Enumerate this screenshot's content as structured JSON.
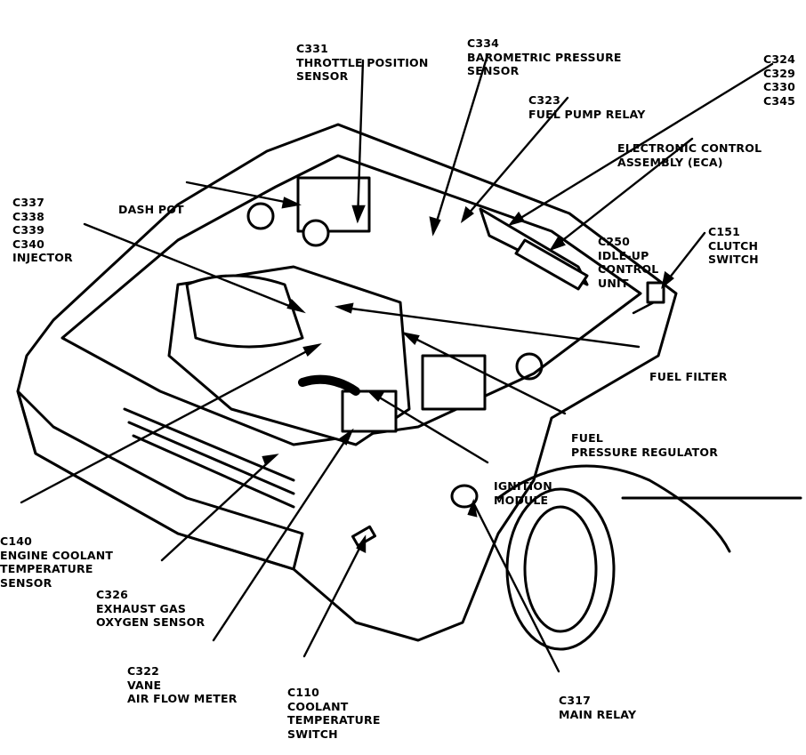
{
  "labels": {
    "c331": [
      "C331",
      "THROTTLE POSITION",
      "SENSOR"
    ],
    "c334": [
      "C334",
      "BAROMETRIC PRESSURE",
      "SENSOR"
    ],
    "c324": [
      "C324",
      "C329",
      "C330",
      "C345"
    ],
    "c323": [
      "C323",
      "FUEL PUMP RELAY"
    ],
    "eca": [
      "ELECTRONIC CONTROL",
      "ASSEMBLY (ECA)"
    ],
    "injector": [
      "C337",
      "C338",
      "C339",
      "C340",
      "INJECTOR"
    ],
    "dashpot": [
      "DASH POT"
    ],
    "c151": [
      "C151",
      "CLUTCH",
      "SWITCH"
    ],
    "c250": [
      "C250",
      "IDLE-UP",
      "CONTROL",
      "UNIT"
    ],
    "fuelfilter": [
      "FUEL FILTER"
    ],
    "fpr": [
      "FUEL",
      "PRESSURE REGULATOR"
    ],
    "ignition": [
      "IGNITION",
      "MODULE"
    ],
    "c140": [
      "C140",
      "ENGINE COOLANT",
      "TEMPERATURE",
      "SENSOR"
    ],
    "c326": [
      "C326",
      "EXHAUST GAS",
      "OXYGEN SENSOR"
    ],
    "c322": [
      "C322",
      "VANE",
      "AIR FLOW METER"
    ],
    "c110": [
      "C110",
      "COOLANT",
      "TEMPERATURE",
      "SWITCH"
    ],
    "c317": [
      "C317",
      "MAIN RELAY"
    ]
  }
}
